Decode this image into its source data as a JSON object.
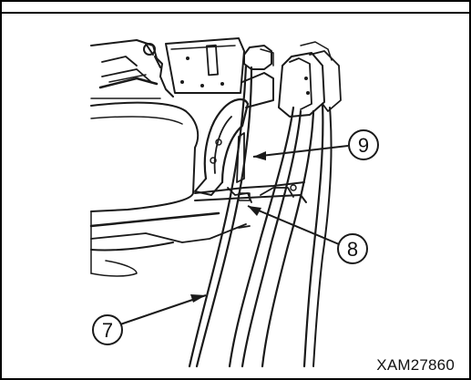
{
  "callouts": [
    {
      "id": "7",
      "label": "7"
    },
    {
      "id": "8",
      "label": "8"
    },
    {
      "id": "9",
      "label": "9"
    }
  ],
  "figure_code": "XAM27860",
  "colors": {
    "line": "#1a1a1a",
    "background": "#ffffff",
    "border": "#000000"
  }
}
